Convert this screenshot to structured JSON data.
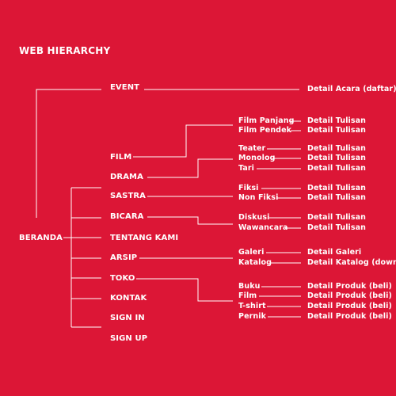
{
  "title": "WEB HIERARCHY",
  "root": "BERANDA",
  "level1": {
    "event": "EVENT",
    "film": "FILM",
    "drama": "DRAMA",
    "sastra": "SASTRA",
    "bicara": "BICARA",
    "tentang": "TENTANG KAMI",
    "arsip": "ARSIP",
    "toko": "TOKO",
    "kontak": "KONTAK",
    "signin": "SIGN IN",
    "signup": "SIGN UP"
  },
  "level2": {
    "film_panjang": "Film Panjang",
    "film_pendek": "Film Pendek",
    "teater": "Teater",
    "monolog": "Monolog",
    "tari": "Tari",
    "fiksi": "Fiksi",
    "non_fiksi": "Non Fiksi",
    "diskusi": "Diskusi",
    "wawancara": "Wawancara",
    "galeri": "Galeri",
    "katalog": "Katalog",
    "buku": "Buku",
    "film": "Film",
    "tshirt": "T-shirt",
    "pernik": "Pernik"
  },
  "level3": {
    "detail_acara": "Detail Acara (daftar)",
    "tulisan": "Detail Tulisan",
    "galeri": "Detail Galeri",
    "katalog": "Detail Katalog (download)",
    "produk": "Detail Produk (beli)"
  },
  "colors": {
    "background": "#dc1636",
    "foreground": "#ffffff"
  }
}
